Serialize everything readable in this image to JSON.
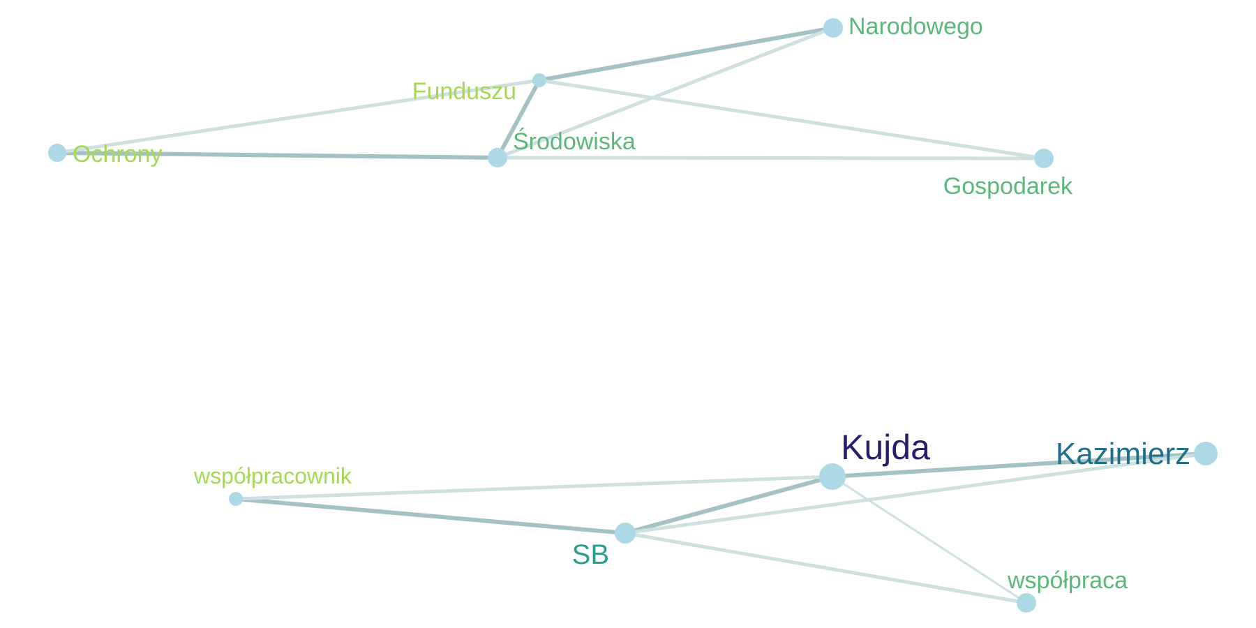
{
  "graphs": [
    {
      "id": "upper-network",
      "nodes": [
        {
          "id": "ochrony",
          "label": "Ochrony",
          "label_color": "#a6d854"
        },
        {
          "id": "funduszu",
          "label": "Funduszu",
          "label_color": "#a6d854"
        },
        {
          "id": "srodowiska",
          "label": "Środowiska",
          "label_color": "#5cb87a"
        },
        {
          "id": "narodowego",
          "label": "Narodowego",
          "label_color": "#5cb87a"
        },
        {
          "id": "gospodarek",
          "label": "Gospodarek",
          "label_color": "#5cb87a"
        }
      ],
      "edges": [
        {
          "source": "ochrony",
          "target": "srodowiska",
          "weight": "strong"
        },
        {
          "source": "ochrony",
          "target": "funduszu",
          "weight": "weak"
        },
        {
          "source": "funduszu",
          "target": "narodowego",
          "weight": "strong"
        },
        {
          "source": "funduszu",
          "target": "srodowiska",
          "weight": "strong"
        },
        {
          "source": "funduszu",
          "target": "gospodarek",
          "weight": "weak"
        },
        {
          "source": "srodowiska",
          "target": "narodowego",
          "weight": "weak"
        },
        {
          "source": "srodowiska",
          "target": "gospodarek",
          "weight": "weak"
        }
      ]
    },
    {
      "id": "lower-network",
      "nodes": [
        {
          "id": "wspolpracownik",
          "label": "współpracownik",
          "label_color": "#a6d854"
        },
        {
          "id": "sb",
          "label": "SB",
          "label_color": "#2a9d8f"
        },
        {
          "id": "kujda",
          "label": "Kujda",
          "label_color": "#2c1a6b"
        },
        {
          "id": "kazimierz",
          "label": "Kazimierz",
          "label_color": "#1f6f8b"
        },
        {
          "id": "wspolpraca",
          "label": "współpraca",
          "label_color": "#5cb87a"
        }
      ],
      "edges": [
        {
          "source": "kujda",
          "target": "kazimierz",
          "weight": "strong"
        },
        {
          "source": "sb",
          "target": "kujda",
          "weight": "strong"
        },
        {
          "source": "wspolpracownik",
          "target": "sb",
          "weight": "strong"
        },
        {
          "source": "wspolpracownik",
          "target": "kujda",
          "weight": "weak"
        },
        {
          "source": "sb",
          "target": "kazimierz",
          "weight": "weak"
        },
        {
          "source": "sb",
          "target": "wspolpraca",
          "weight": "weak"
        },
        {
          "source": "kujda",
          "target": "wspolpraca",
          "weight": "thin"
        }
      ]
    }
  ],
  "colors": {
    "node_fill": "#add8e6",
    "edge_strong": "#a4c2c3",
    "edge_weak": "#cfe0e0",
    "background": "#ffffff"
  }
}
